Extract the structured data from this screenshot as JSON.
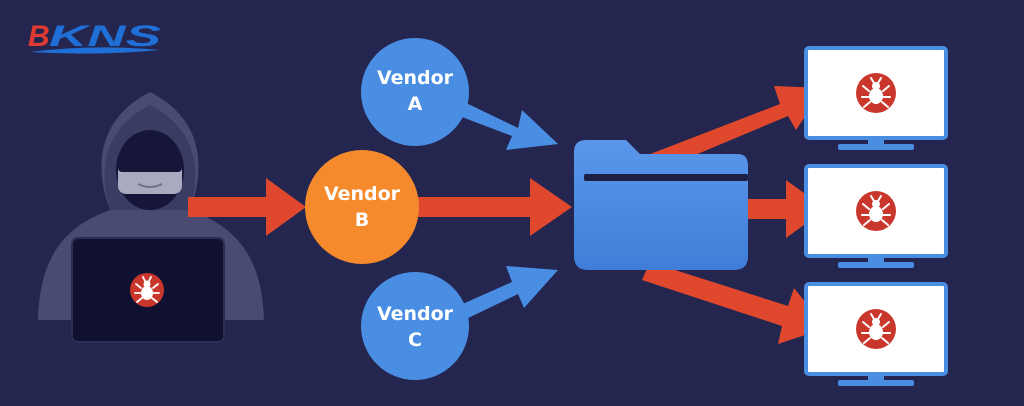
{
  "logo": {
    "text": "BKNS"
  },
  "vendors": [
    {
      "id": "a",
      "line1": "Vendor",
      "line2": "A",
      "color": "#4a8ee4"
    },
    {
      "id": "b",
      "line1": "Vendor",
      "line2": "B",
      "color": "#f58a2c"
    },
    {
      "id": "c",
      "line1": "Vendor",
      "line2": "C",
      "color": "#4a8ee4"
    }
  ],
  "colors": {
    "background": "#24264f",
    "malicious_arrow": "#e0482e",
    "vendor_arrow": "#4a8ee4",
    "folder": "#4d8ae0",
    "bug": "#c9372c",
    "monitor_frame": "#4a8ee4",
    "logo_red": "#e03a32",
    "logo_blue": "#1f6fd6"
  },
  "icons": {
    "attacker": "hooded-hacker-icon",
    "laptop": "laptop-icon",
    "malware": "bug-icon",
    "shared_resource": "folder-icon",
    "targets": "monitor-icon"
  }
}
